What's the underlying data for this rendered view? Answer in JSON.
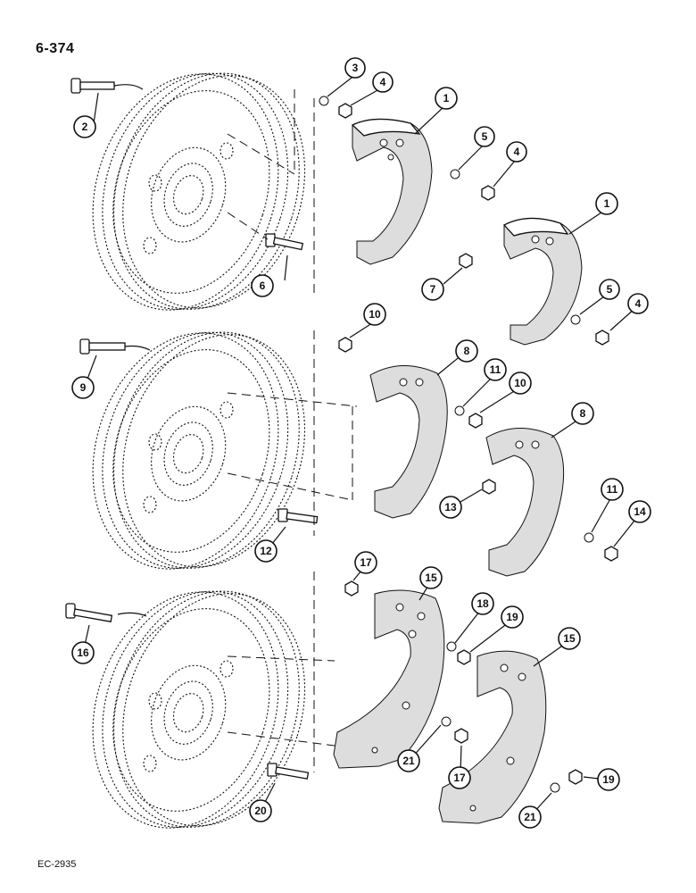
{
  "header": {
    "page_number": "6-374"
  },
  "footer": {
    "figure_code": "EC-2935"
  },
  "callouts": {
    "c1a": "1",
    "c1b": "1",
    "c2": "2",
    "c3": "3",
    "c4a": "4",
    "c4b": "4",
    "c4c": "4",
    "c5a": "5",
    "c5b": "5",
    "c6": "6",
    "c7": "7",
    "c8a": "8",
    "c8b": "8",
    "c9": "9",
    "c10a": "10",
    "c10b": "10",
    "c11a": "11",
    "c11b": "11",
    "c12": "12",
    "c13": "13",
    "c14": "14",
    "c15a": "15",
    "c15b": "15",
    "c16": "16",
    "c17a": "17",
    "c17b": "17",
    "c18": "18",
    "c19a": "19",
    "c19b": "19",
    "c20": "20",
    "c21a": "21",
    "c21b": "21"
  }
}
